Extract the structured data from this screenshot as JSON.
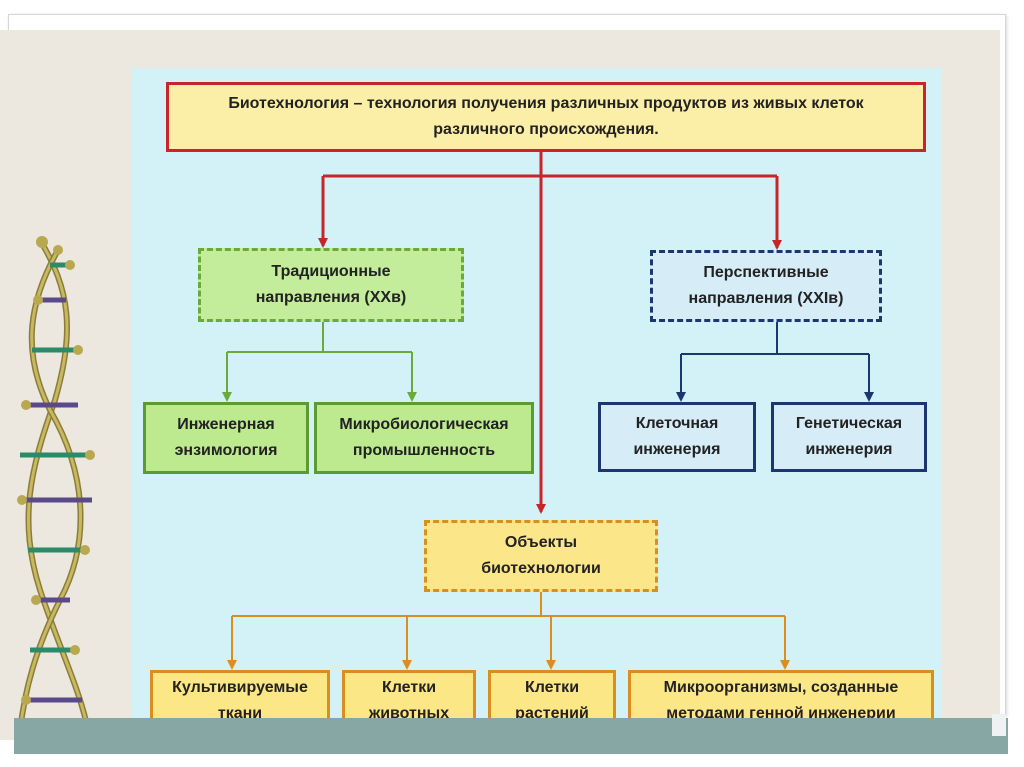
{
  "diagram": {
    "definition": "Биотехнология – технология получения различных продуктов из живых клеток\nразличного происхождения.",
    "traditional": "Традиционные\nнаправления (XXв)",
    "perspective": "Перспективные\nнаправления (XXIв)",
    "engineering_enzymology": "Инженерная\nэнзимология",
    "microbiological_industry": "Микробиологическая\nпромышленность",
    "cell_engineering": "Клеточная\nинженерия",
    "genetic_engineering": "Генетическая\nинженерия",
    "objects": "Объекты\nбиотехнологии",
    "cultured_tissues": "Культивируемые\nткани",
    "animal_cells": "Клетки\nживотных",
    "plant_cells": "Клетки\nрастений",
    "microorganisms": "Микроорганизмы, созданные\nметодами генной инженерии"
  },
  "colors": {
    "red": "#c8242a",
    "green": "#6aaa3a",
    "blue": "#1c3770",
    "orange": "#d98e1e",
    "panel": "#d3f2f7"
  }
}
